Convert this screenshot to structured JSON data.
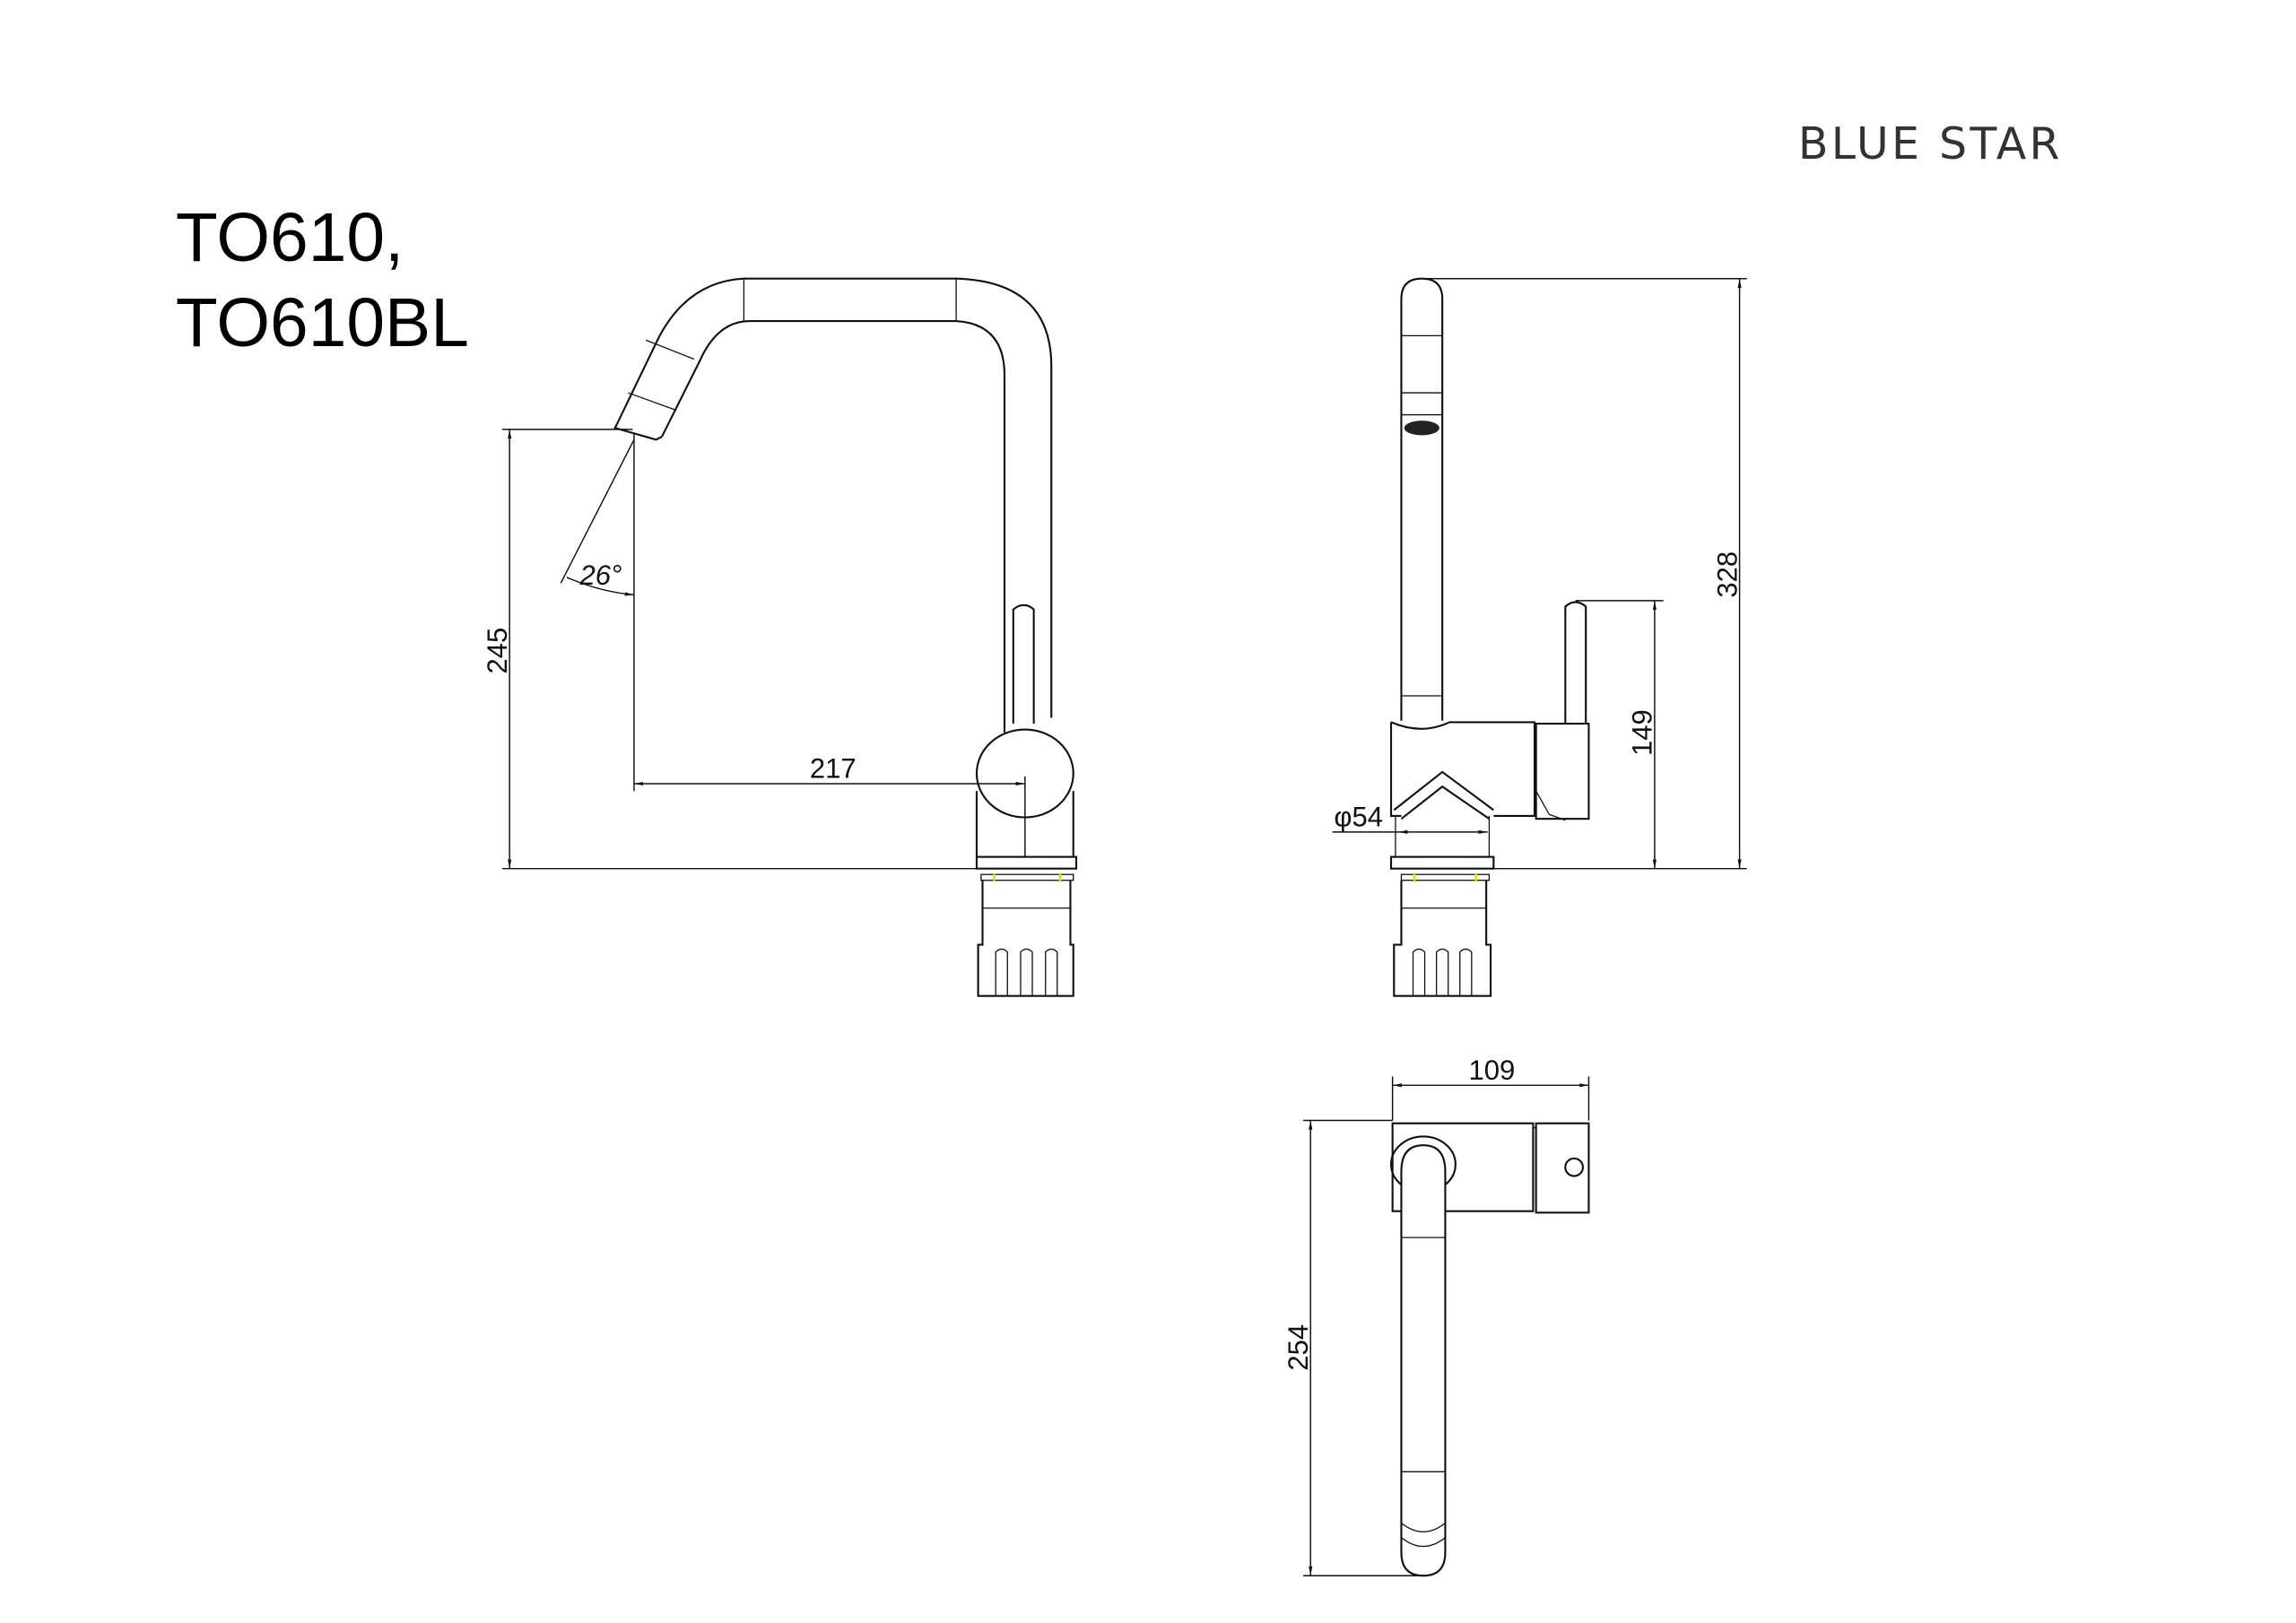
{
  "brand": "BLUE STAR",
  "models": [
    "TO610,",
    "TO610BL"
  ],
  "dimensions": {
    "spout_height": "245",
    "spout_angle": "26°",
    "spout_reach": "217",
    "total_height": "328",
    "lever_height": "149",
    "base_diameter": "φ54",
    "top_width": "109",
    "top_length": "254"
  },
  "accent_color": "#e8d800"
}
